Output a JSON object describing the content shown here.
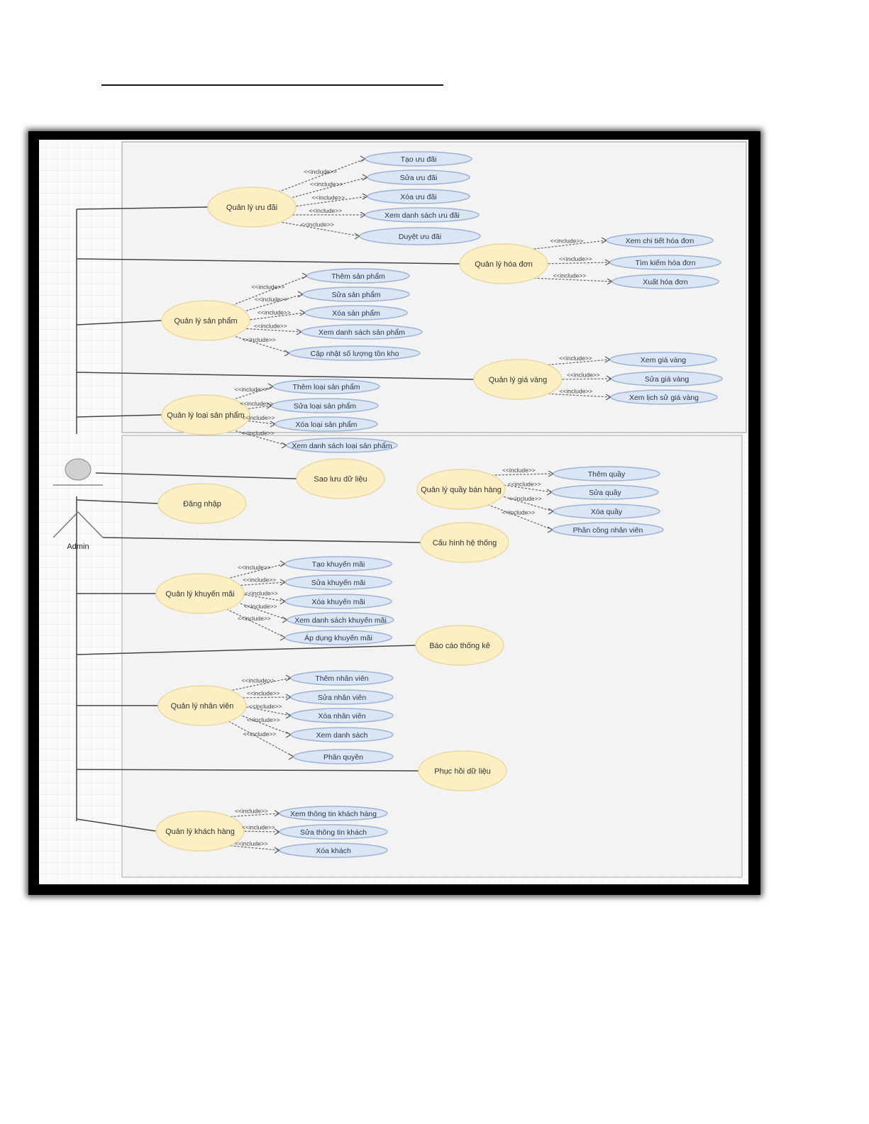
{
  "actor": {
    "label": "Admin"
  },
  "include_label": "<<include>>",
  "colors": {
    "main_fill": "#fcefc4",
    "main_stroke": "#e8d9a4",
    "sub_fill": "#dbe6f5",
    "sub_stroke": "#9db3d6",
    "frame": "#000000",
    "canvas": "#f4f4f4"
  },
  "use_cases": [
    {
      "name": "Quản lý ưu đãi",
      "includes": [
        "Tạo ưu đãi",
        "Sửa ưu đãi",
        "Xóa ưu đãi",
        "Xem danh sách ưu đãi",
        "Duyệt ưu đãi"
      ]
    },
    {
      "name": "Quản lý hóa đơn",
      "includes": [
        "Xem chi tiết hóa đơn",
        "Tìm kiếm hóa đơn",
        "Xuất hóa đơn"
      ]
    },
    {
      "name": "Quản lý sản phẩm",
      "includes": [
        "Thêm sản phẩm",
        "Sửa sản phẩm",
        "Xóa sản phẩm",
        "Xem danh sách sản phẩm",
        "Cập nhật số lượng tồn kho"
      ]
    },
    {
      "name": "Quản lý giá vàng",
      "includes": [
        "Xem giá vàng",
        "Sửa giá vàng",
        "Xem lịch sử giá vàng"
      ]
    },
    {
      "name": "Quản lý loại sản phẩm",
      "includes": [
        "Thêm loại sản phẩm",
        "Sửa loại sản phẩm",
        "Xóa loại sản phẩm",
        "Xem danh sách loại sản phẩm"
      ]
    },
    {
      "name": "Sao lưu dữ liệu",
      "includes": []
    },
    {
      "name": "Đăng nhập",
      "includes": []
    },
    {
      "name": "Quản lý quầy bán hàng",
      "includes": [
        "Thêm quầy",
        "Sửa quầy",
        "Xóa quầy",
        "Phân công nhân viên"
      ]
    },
    {
      "name": "Cấu hình hệ thống",
      "includes": []
    },
    {
      "name": "Quản lý khuyến mãi",
      "includes": [
        "Tạo khuyến mãi",
        "Sửa khuyến mãi",
        "Xóa khuyến mãi",
        "Xem danh sách khuyến mãi",
        "Áp dụng khuyến mãi"
      ]
    },
    {
      "name": "Báo cáo thống kê",
      "includes": []
    },
    {
      "name": "Quản lý nhân viên",
      "includes": [
        "Thêm nhân viên",
        "Sửa nhân viên",
        "Xóa nhân viên",
        "Xem danh sách",
        "Phân quyền"
      ]
    },
    {
      "name": "Phục hồi dữ liệu",
      "includes": []
    },
    {
      "name": "Quản lý khách hàng",
      "includes": [
        "Xem thông tin khách hàng",
        "Sửa thông tin khách",
        "Xóa khách"
      ]
    }
  ]
}
